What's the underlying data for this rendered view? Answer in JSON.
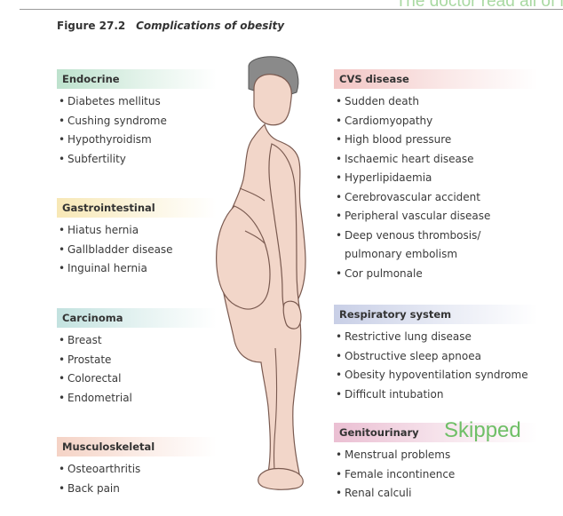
{
  "overlay": {
    "text": "The doctor read all of it"
  },
  "figure": {
    "number": "Figure 27.2",
    "caption": "Complications of obesity"
  },
  "sections": {
    "endocrine": {
      "title": "Endocrine",
      "color": "#3aa86a",
      "items": [
        "Diabetes mellitus",
        "Cushing syndrome",
        "Hypothyroidism",
        "Subfertility"
      ]
    },
    "gastrointestinal": {
      "title": "Gastrointestinal",
      "color": "#e8b923",
      "items": [
        "Hiatus hernia",
        "Gallbladder disease",
        "Inguinal hernia"
      ]
    },
    "carcinoma": {
      "title": "Carcinoma",
      "color": "#4aa8a0",
      "items": [
        "Breast",
        "Prostate",
        "Colorectal",
        "Endometrial"
      ]
    },
    "musculoskeletal": {
      "title": "Musculoskeletal",
      "color": "#e07a52",
      "items": [
        "Osteoarthritis",
        "Back pain"
      ]
    },
    "cvs": {
      "title": "CVS disease",
      "color": "#d9534f",
      "items": [
        "Sudden death",
        "Cardiomyopathy",
        "High blood pressure",
        "Ischaemic heart disease",
        "Hyperlipidaemia",
        "Cerebrovascular accident",
        "Peripheral vascular disease",
        "Deep venous thrombosis/",
        "pulmonary embolism",
        "Cor pulmonale"
      ]
    },
    "respiratory": {
      "title": "Respiratory system",
      "color": "#5b6fb5",
      "items": [
        "Restrictive lung disease",
        "Obstructive sleep apnoea",
        "Obesity hypoventilation syndrome",
        "Difficult intubation"
      ]
    },
    "genitourinary": {
      "title": "Genitourinary",
      "color": "#c2407a",
      "items": [
        "Menstrual problems",
        "Female incontinence",
        "Renal calculi"
      ]
    }
  },
  "stamp": {
    "text": "Skipped",
    "color": "#6fbf67"
  },
  "colors": {
    "skin": "#f2d6c9",
    "skin_outline": "#7a5a50",
    "hair": "#8a8a8a"
  }
}
